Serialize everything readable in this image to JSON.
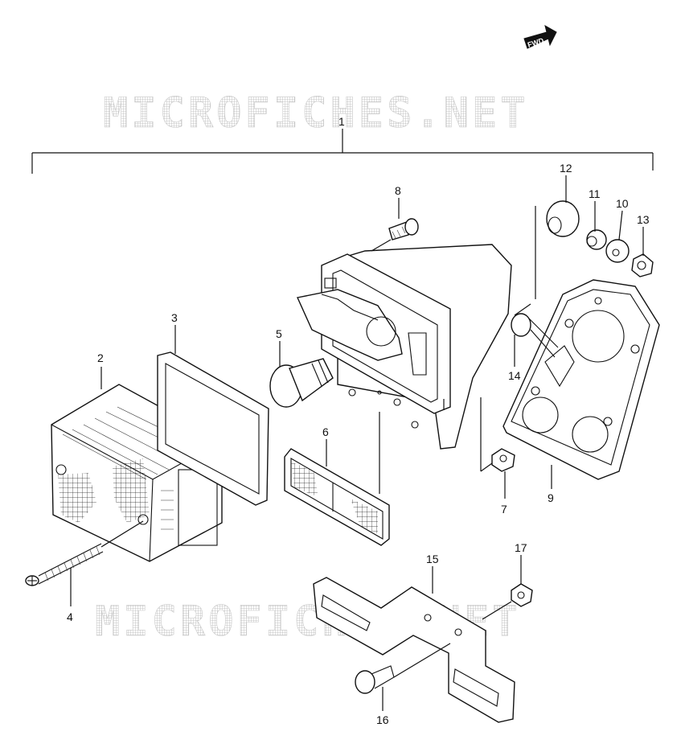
{
  "watermark": "MICROFICHES.NET",
  "fwd_badge": "FWD",
  "callouts": [
    "1",
    "2",
    "3",
    "4",
    "5",
    "6",
    "7",
    "8",
    "9",
    "10",
    "11",
    "12",
    "13",
    "14",
    "15",
    "16",
    "17"
  ]
}
